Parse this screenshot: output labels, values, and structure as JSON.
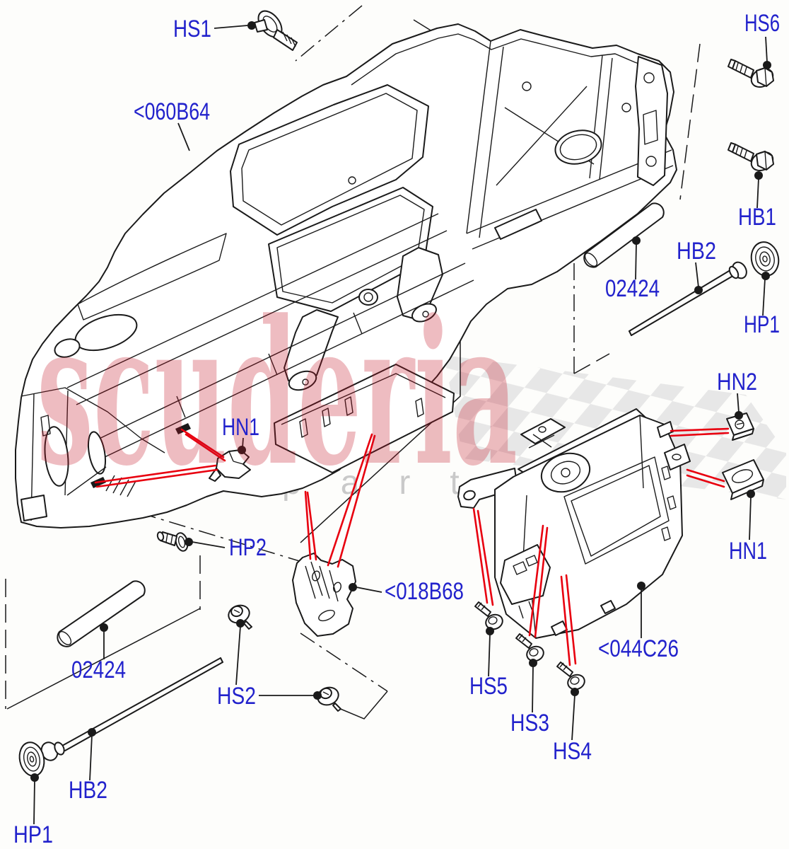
{
  "watermark": {
    "brand": "scuderia",
    "tagline": "car parts"
  },
  "colors": {
    "callout_blue": "#2222cc",
    "line_black": "#1a1a1a",
    "highlight_red": "#e8000f",
    "watermark_red": "#c41425",
    "watermark_gray": "#c9c9c9",
    "checker_gray": "#d9d9d9",
    "background": "#fdfdfb"
  },
  "callouts": [
    {
      "id": "HS1",
      "text": "HS1"
    },
    {
      "id": "HS6",
      "text": "HS6"
    },
    {
      "id": "060B64",
      "text": "<060B64"
    },
    {
      "id": "HB1",
      "text": "HB1"
    },
    {
      "id": "HB2-right",
      "text": "HB2"
    },
    {
      "id": "02424-right",
      "text": "02424"
    },
    {
      "id": "HP1-right",
      "text": "HP1"
    },
    {
      "id": "HN2",
      "text": "HN2"
    },
    {
      "id": "HN1-left",
      "text": "HN1"
    },
    {
      "id": "HP2",
      "text": "HP2"
    },
    {
      "id": "HN1-right",
      "text": "HN1"
    },
    {
      "id": "018B68",
      "text": "<018B68"
    },
    {
      "id": "044C26",
      "text": "<044C26"
    },
    {
      "id": "02424-left",
      "text": "02424"
    },
    {
      "id": "HS2",
      "text": "HS2"
    },
    {
      "id": "HS5",
      "text": "HS5"
    },
    {
      "id": "HS3",
      "text": "HS3"
    },
    {
      "id": "HS4",
      "text": "HS4"
    },
    {
      "id": "HB2-left",
      "text": "HB2"
    },
    {
      "id": "HP1-left",
      "text": "HP1"
    }
  ]
}
